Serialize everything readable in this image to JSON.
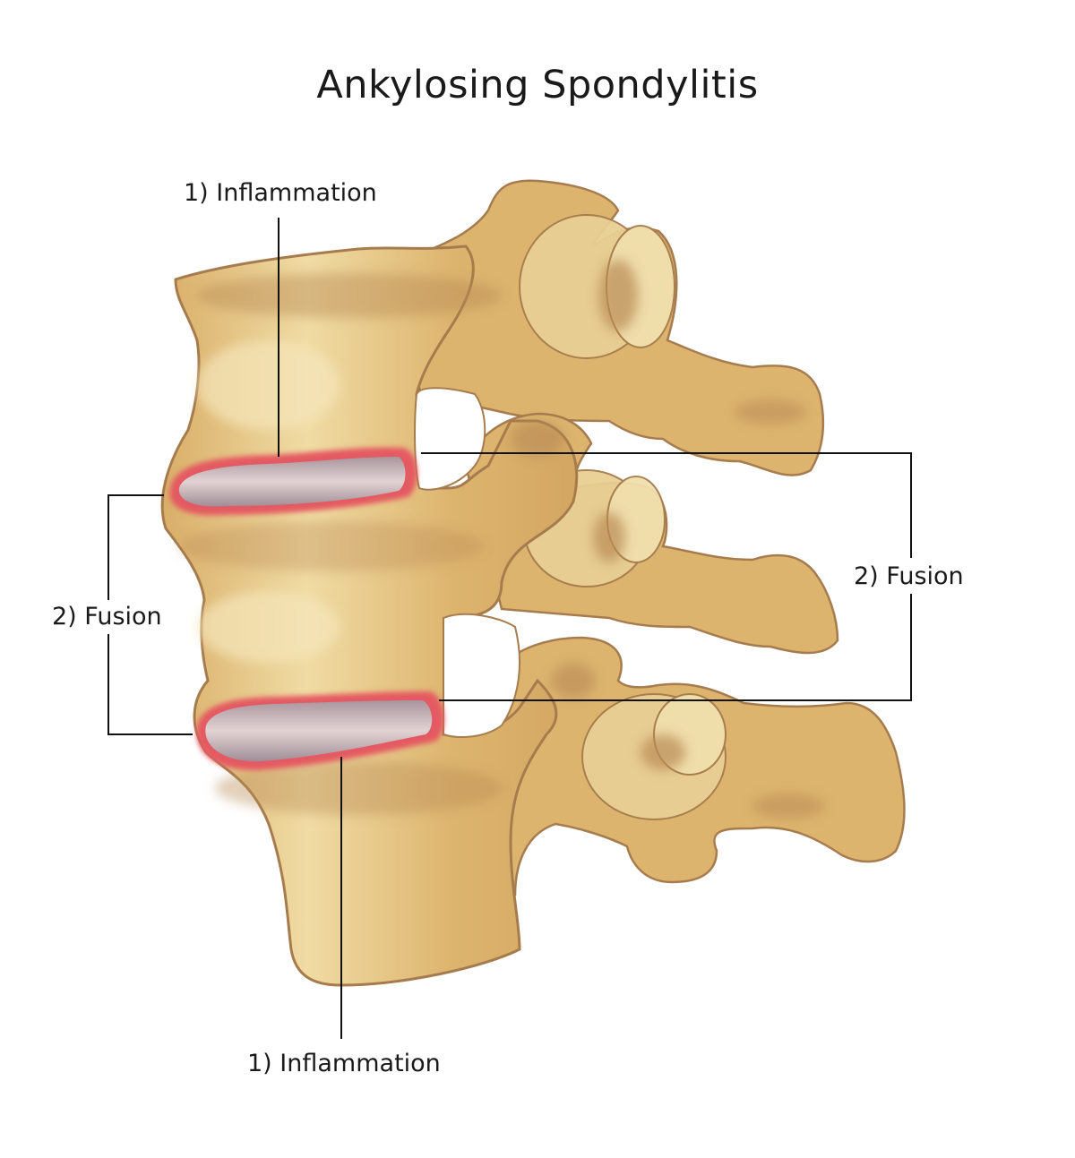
{
  "title": "Ankylosing Spondylitis",
  "labels": {
    "inflammation_top": "1) Inflammation",
    "inflammation_bottom": "1) Inflammation",
    "fusion_left": "2) Fusion",
    "fusion_right": "2) Fusion"
  },
  "colors": {
    "background": "#ffffff",
    "bone": "#DDB46E",
    "bone_shadow": "#B98A55",
    "bone_highlight": "#F2E4B6",
    "bone_outline": "#A67C4E",
    "inflammation": "#E45A62",
    "disc": "#C9B8BE",
    "leader_line": "#111111"
  }
}
